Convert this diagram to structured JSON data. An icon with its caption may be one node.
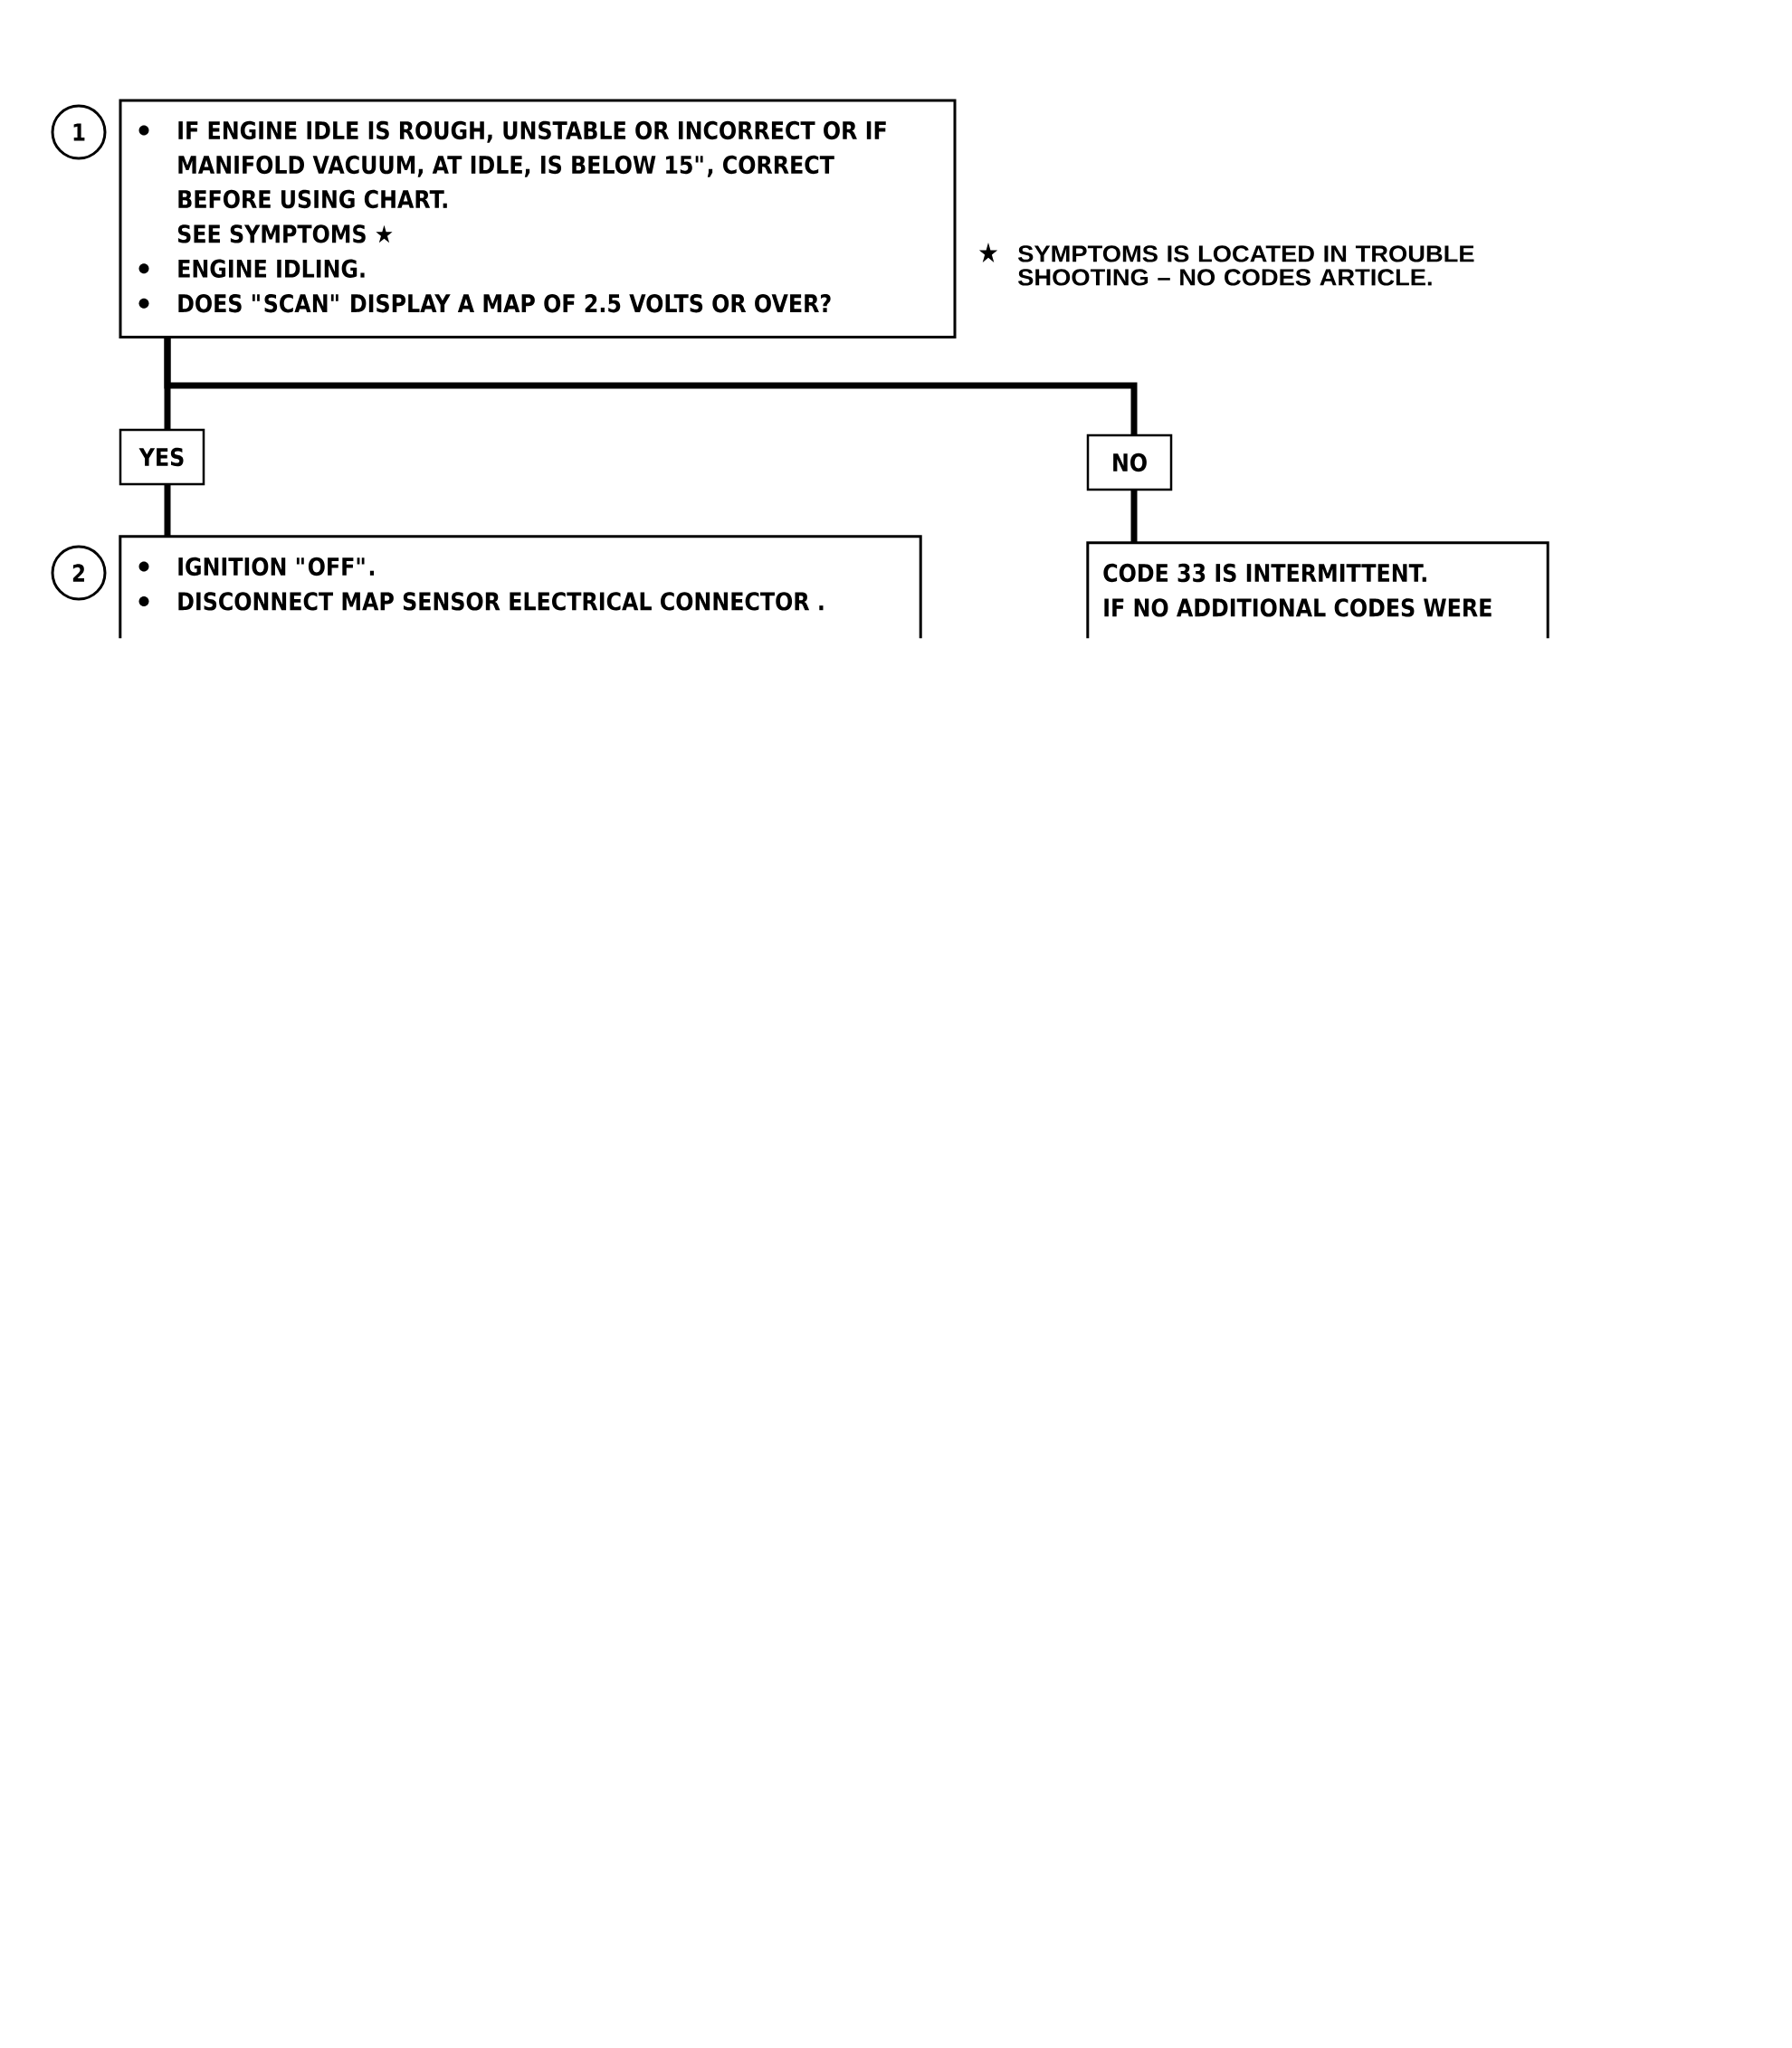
{
  "diagram": {
    "nodes": [
      {
        "text": [
          "IF ENGINE IDLE IS ROUGH, UNSTABLE OR INCORRECT OR IF MANIFOLD VACUUM, AT IDLE, IS BELOW 15\", CORRECT BEFORE USING CHART.",
          "SEE SYMPTOMS ★",
          "ENGINE IDLING.",
          "DOES \"SCAN\" DISPLAY A MAP OF 2.5 VOLTS OR OVER?"
        ],
        "beside": [
          "1"
        ]
      },
      {
        "text": [
          "IGNITION \"OFF\".",
          "DISCONNECT MAP SENSOR ELECTRICAL CONNECTOR ."
        ],
        "beside": [
          "2"
        ]
      },
      {
        "text": [
          "CODE 33 IS INTERMITTENT.",
          "IF NO ADDITIONAL CODES WERE"
        ]
      }
    ],
    "edges": [
      {
        "from": 0,
        "to": 1,
        "arrow": "none",
        "label": "YES"
      },
      {
        "from": 0,
        "to": 2,
        "arrow": "none",
        "label": "NO"
      }
    ],
    "labels": [
      "★",
      "SYMPTOMS IS LOCATED IN TROUBLE SHOOTING – NO CODES ARTICLE."
    ]
  }
}
